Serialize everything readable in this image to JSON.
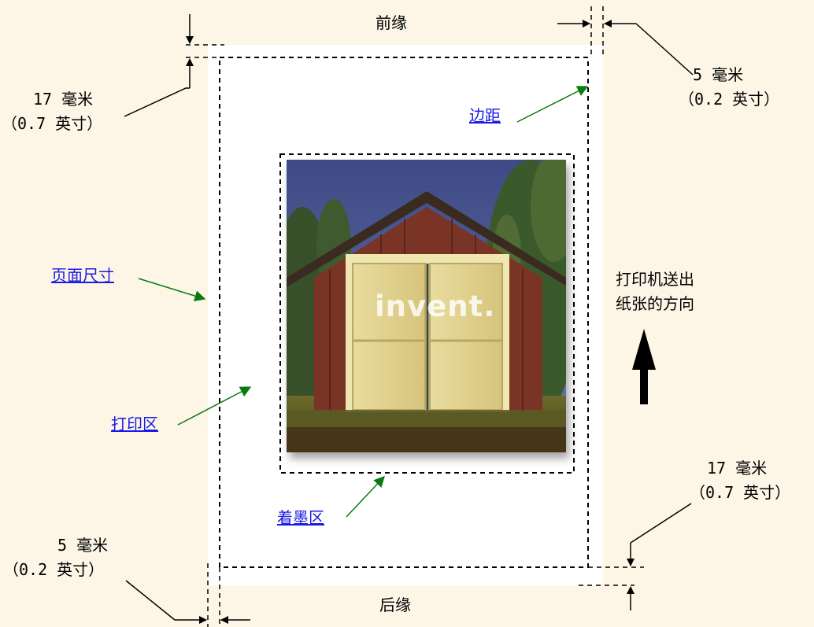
{
  "labels": {
    "top_edge": "前缘",
    "bottom_edge": "后缘",
    "top_margin_mm": "5 毫米",
    "top_margin_in": "（0.2 英寸）",
    "left_margin_mm": "17 毫米",
    "left_margin_in": "（0.7 英寸）",
    "right_margin_mm": "17 毫米",
    "right_margin_in": "（0.7 英寸）",
    "bottom_margin_mm": "5 毫米",
    "bottom_margin_in": "（0.2 英寸）",
    "feed_direction_line1": "打印机送出",
    "feed_direction_line2": "纸张的方向"
  },
  "links": {
    "margin": "边距",
    "page_size": "页面尺寸",
    "print_area": "打印区",
    "ink_area": "着墨区"
  },
  "photo": {
    "caption_text": "invent."
  },
  "colors": {
    "background": "#fdf6e7",
    "page": "#ffffff",
    "link": "#1a1ae6",
    "pointer_arrow": "#0a7a10"
  }
}
